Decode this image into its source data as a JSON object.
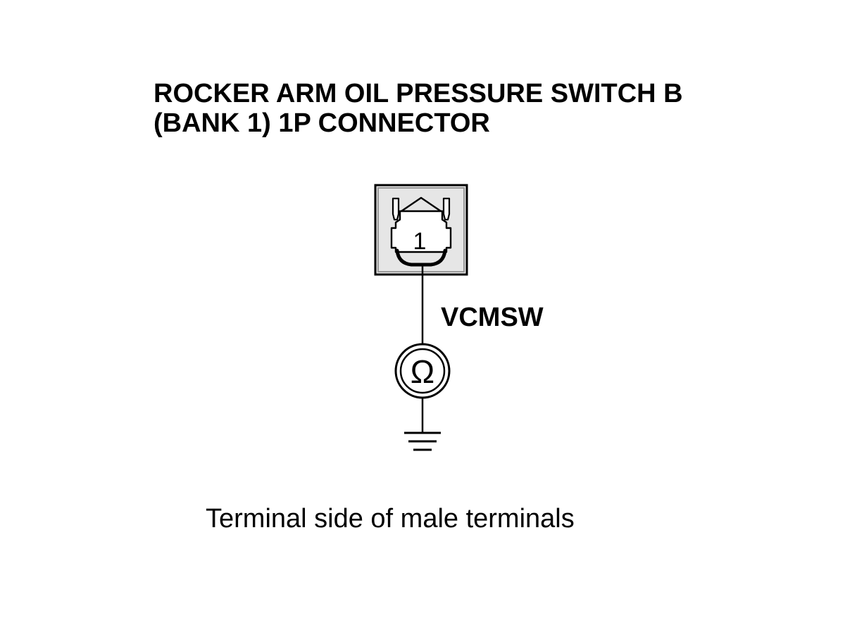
{
  "title": {
    "line1": "ROCKER ARM OIL PRESSURE SWITCH B",
    "line2": "(BANK 1) 1P CONNECTOR"
  },
  "connector": {
    "terminal_number": "1"
  },
  "wire": {
    "label": "VCMSW"
  },
  "meter": {
    "symbol": "Ω"
  },
  "caption": "Terminal side of male terminals",
  "colors": {
    "line": "#000000",
    "connector_fill": "#e6e6e6",
    "background": "#ffffff"
  },
  "icons": [
    "connector-icon",
    "ohmmeter-icon",
    "ground-icon"
  ]
}
